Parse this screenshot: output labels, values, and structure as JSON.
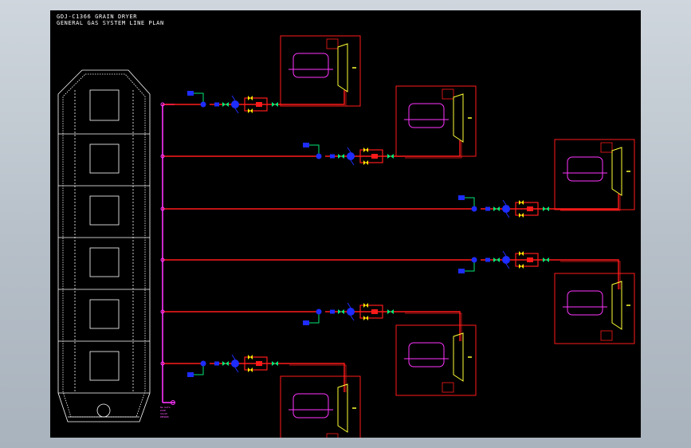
{
  "title": {
    "line1": "GDJ-C1366 GRAIN DRYER",
    "line2": "GENERAL GAS SYSTEM LINE PLAN"
  },
  "note": [
    "NG DATA",
    "PIPE",
    "VALVE",
    "REMARK"
  ],
  "colors": {
    "background": "#000000",
    "frame": "#ffffff",
    "main_pipe": "#ff33ff",
    "gas_line": "#ff1a1a",
    "valve": "#1e2cff",
    "check_valve": "#00e676",
    "solenoid": "#ffee00",
    "burner_box": "#ff1a1a",
    "burner_body": "#ff33ff",
    "burner_head": "#ffff33"
  },
  "branches": [
    {
      "id": 1,
      "side": "top"
    },
    {
      "id": 2,
      "side": "top"
    },
    {
      "id": 3,
      "side": "top"
    },
    {
      "id": 4,
      "side": "bottom"
    },
    {
      "id": 5,
      "side": "bottom"
    },
    {
      "id": 6,
      "side": "bottom"
    }
  ]
}
